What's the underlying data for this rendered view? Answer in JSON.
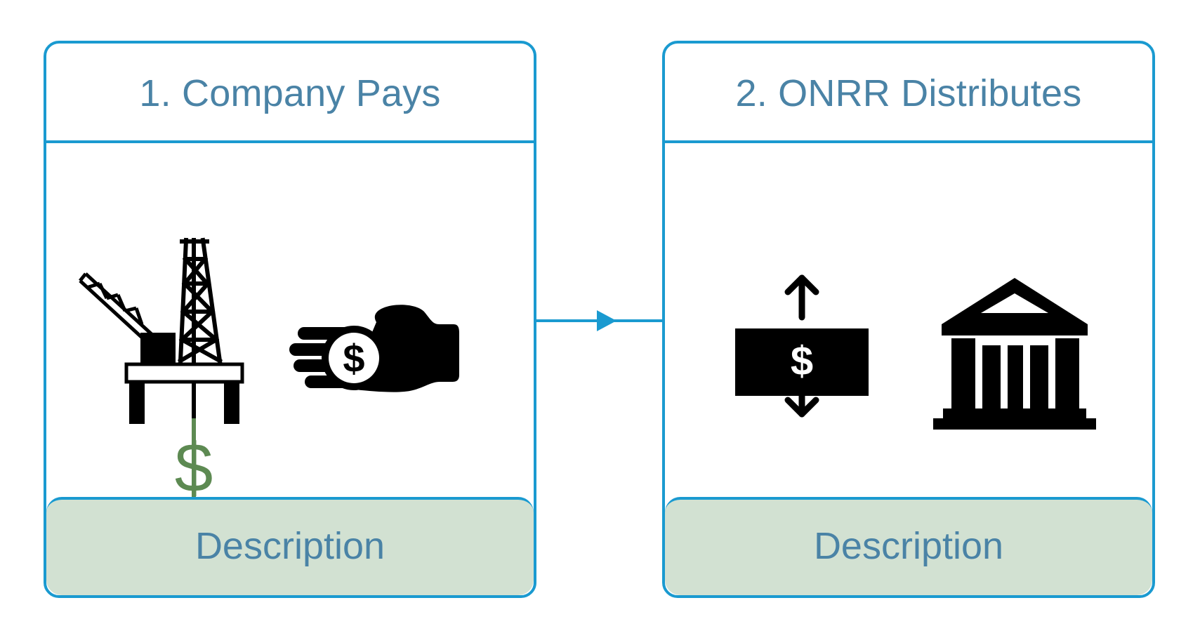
{
  "colors": {
    "border": "#1a9ad0",
    "title_text": "#4a83a6",
    "footer_fill": "#d2e1d2",
    "dollar_green": "#5d8a52",
    "icon": "#000000"
  },
  "steps": [
    {
      "title": "1. Company Pays",
      "description_label": "Description",
      "icons": [
        "offshore-oil-platform-icon",
        "hand-paying-money-icon"
      ],
      "platform_symbol": "$",
      "hand_symbol": "$"
    },
    {
      "title": "2. ONRR Distributes",
      "description_label": "Description",
      "icons": [
        "money-distribution-icon",
        "government-building-icon"
      ],
      "bill_symbol": "$"
    }
  ],
  "connector": {
    "from": "1. Company Pays",
    "to": "2. ONRR Distributes",
    "icon": "arrow-right-icon"
  }
}
